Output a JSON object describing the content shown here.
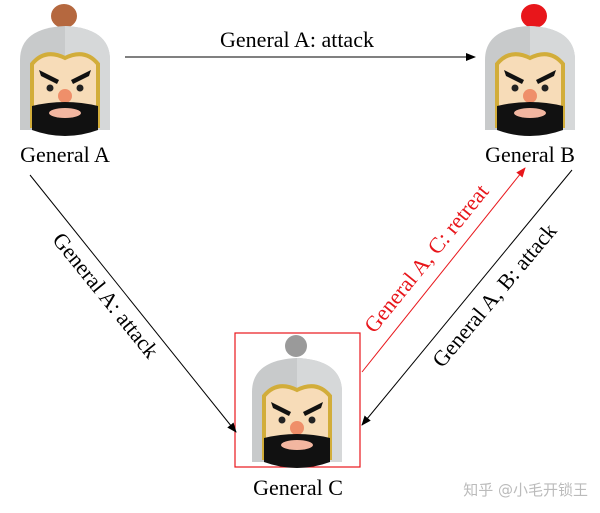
{
  "nodes": [
    {
      "id": "A",
      "label": "General A",
      "plume_color": "#b5683f"
    },
    {
      "id": "B",
      "label": "General B",
      "plume_color": "#e8161b"
    },
    {
      "id": "C",
      "label": "General C",
      "plume_color": "#9a9a9a"
    }
  ],
  "edges": [
    {
      "from": "A",
      "to": "B",
      "label": "General A: attack",
      "color": "#000000"
    },
    {
      "from": "A",
      "to": "C",
      "label": "General A: attack",
      "color": "#000000"
    },
    {
      "from": "C",
      "to": "B",
      "label": "General A, C: retreat",
      "color": "#e8161b"
    },
    {
      "from": "B",
      "to": "C",
      "label": "General A, B: attack",
      "color": "#000000"
    }
  ],
  "highlight_color": "#e8161b",
  "watermark": "知乎 @小毛开锁王"
}
